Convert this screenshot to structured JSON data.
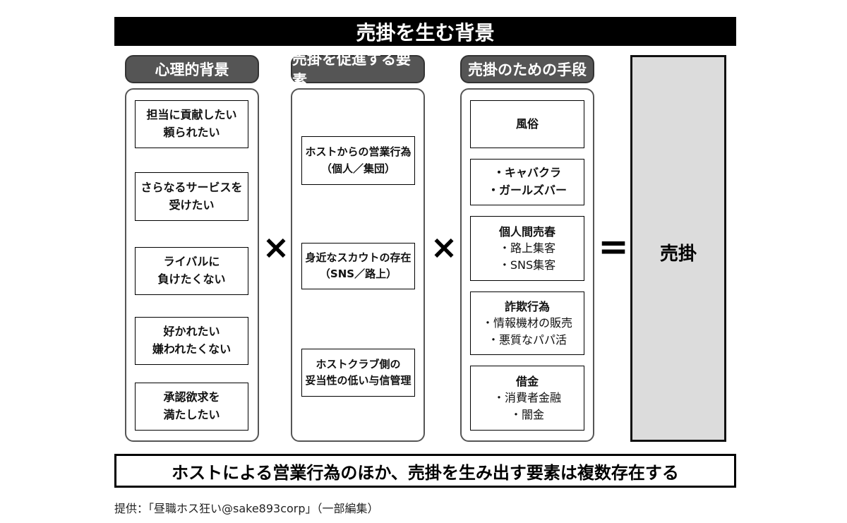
{
  "title": "売掛を生む背景",
  "columns": [
    {
      "header": "心理的背景",
      "items": [
        [
          "担当に貢献したい",
          "頼られたい"
        ],
        [
          "さらなるサービスを",
          "受けたい"
        ],
        [
          "ライバルに",
          "負けたくない"
        ],
        [
          "好かれたい",
          "嫌われたくない"
        ],
        [
          "承認欲求を",
          "満たしたい"
        ]
      ]
    },
    {
      "header": "売掛を促進する要素",
      "items": [
        [
          "ホストからの営業行為",
          "（個人／集団）"
        ],
        [
          "身近なスカウトの存在",
          "（SNS／路上）"
        ],
        [
          "ホストクラブ側の",
          "妥当性の低い与信管理"
        ]
      ]
    },
    {
      "header": "売掛のための手段",
      "items": [
        {
          "title": "風俗",
          "bullets": []
        },
        {
          "title": "",
          "bold_bullets": [
            "・キャバクラ",
            "・ガールズバー"
          ]
        },
        {
          "title": "個人間売春",
          "bullets": [
            "・路上集客",
            "・SNS集客"
          ]
        },
        {
          "title": "詐欺行為",
          "bullets": [
            "・情報機材の販売",
            "・悪質なパパ活"
          ]
        },
        {
          "title": "借金",
          "bullets": [
            "・消費者金融",
            "・闇金"
          ]
        }
      ]
    }
  ],
  "operators": {
    "times": "×",
    "equals": "="
  },
  "result": "売掛",
  "summary": "ホストによる営業行為のほか、売掛を生み出す要素は複数存在する",
  "credit": "提供：「昼職ホス狂い@sake893corp」（一部編集）"
}
